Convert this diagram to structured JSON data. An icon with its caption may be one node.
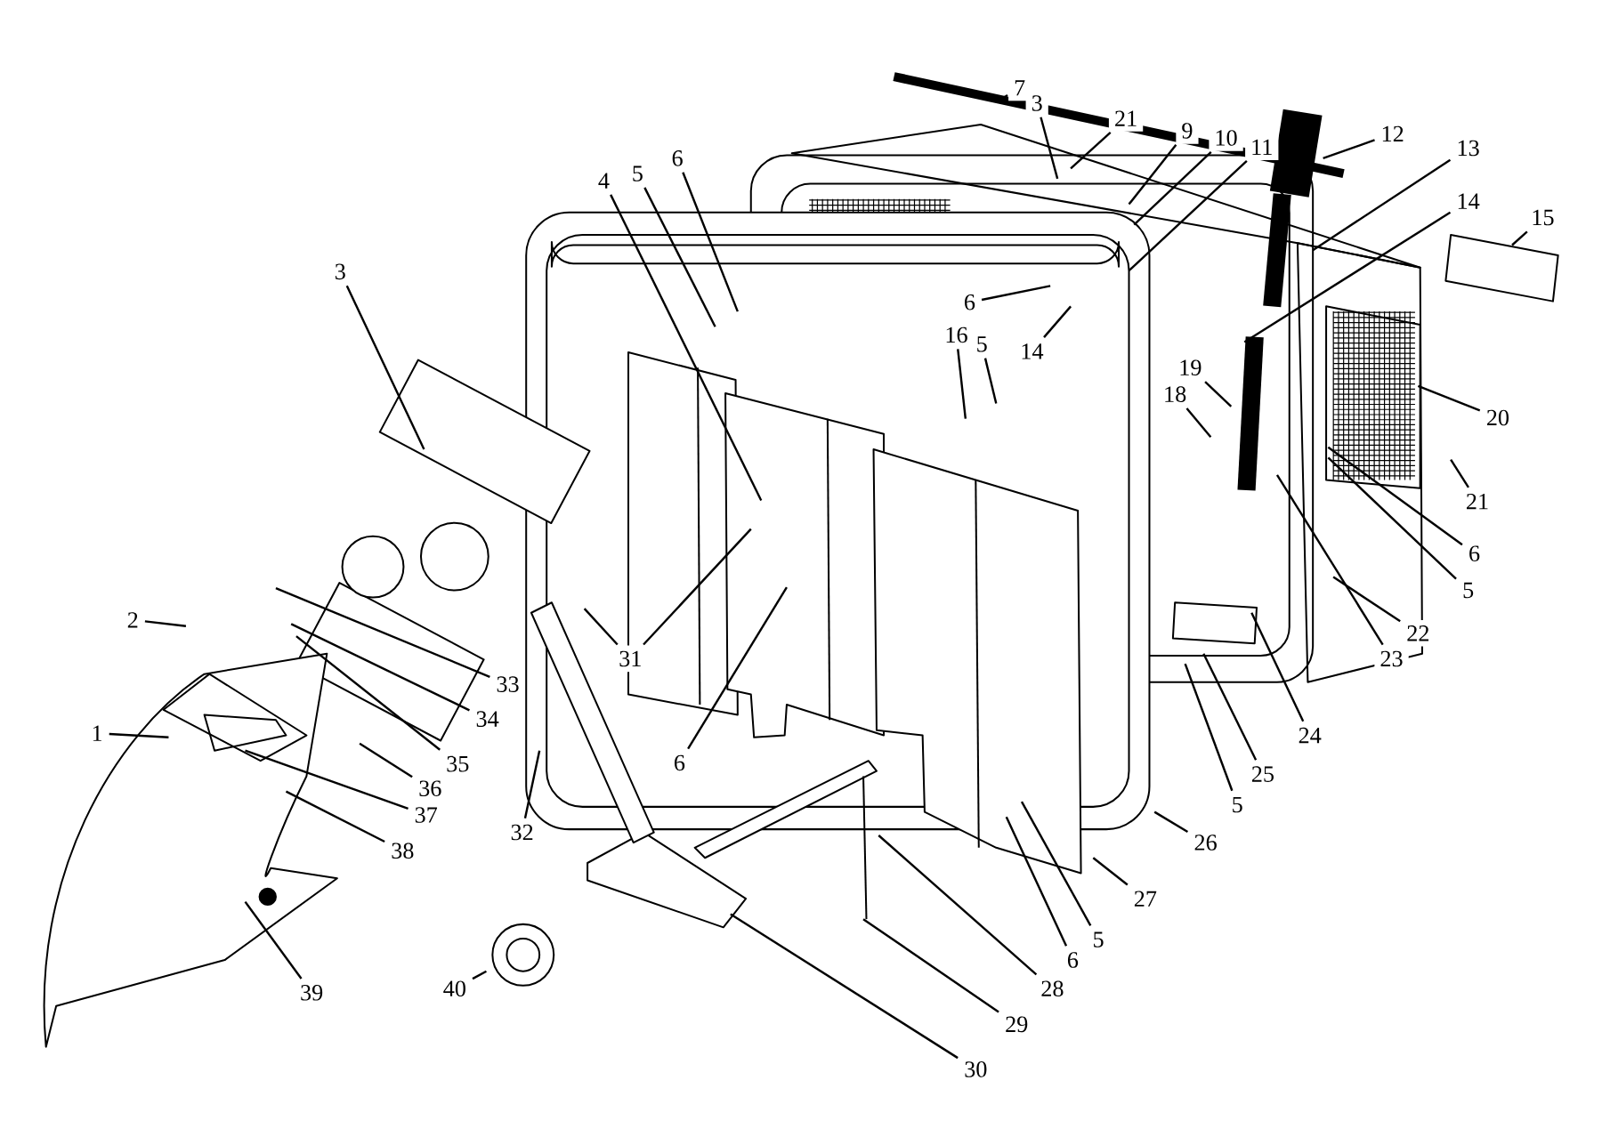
{
  "diagram": {
    "nodes": [
      {
        "text": [
          "7"
        ]
      },
      {
        "text": [
          "3"
        ]
      },
      {
        "text": [
          "21"
        ]
      },
      {
        "text": [
          "12"
        ]
      },
      {
        "text": [
          "9"
        ]
      },
      {
        "text": [
          "10"
        ]
      },
      {
        "text": [
          "11"
        ]
      },
      {
        "text": [
          "13"
        ]
      },
      {
        "text": [
          "6"
        ]
      },
      {
        "text": [
          "5"
        ]
      },
      {
        "text": [
          "4"
        ]
      },
      {
        "text": [
          "14"
        ]
      },
      {
        "text": [
          "15"
        ]
      },
      {
        "text": [
          "3"
        ]
      },
      {
        "text": [
          "6"
        ]
      },
      {
        "text": [
          "16"
        ]
      },
      {
        "text": [
          "5"
        ]
      },
      {
        "text": [
          "14"
        ]
      },
      {
        "text": [
          "19"
        ]
      },
      {
        "text": [
          "18"
        ]
      },
      {
        "text": [
          "20"
        ]
      },
      {
        "text": [
          "21"
        ]
      },
      {
        "text": [
          "6"
        ]
      },
      {
        "text": [
          "5"
        ]
      },
      {
        "text": [
          "22"
        ]
      },
      {
        "text": [
          "23"
        ]
      },
      {
        "text": [
          "2"
        ]
      },
      {
        "text": [
          "31"
        ]
      },
      {
        "text": [
          "33"
        ]
      },
      {
        "text": [
          "34"
        ]
      },
      {
        "text": [
          "1"
        ]
      },
      {
        "text": [
          "24"
        ]
      },
      {
        "text": [
          "6"
        ]
      },
      {
        "text": [
          "35"
        ]
      },
      {
        "text": [
          "36"
        ]
      },
      {
        "text": [
          "25"
        ]
      },
      {
        "text": [
          "5"
        ]
      },
      {
        "text": [
          "37"
        ]
      },
      {
        "text": [
          "32"
        ]
      },
      {
        "text": [
          "26"
        ]
      },
      {
        "text": [
          "38"
        ]
      },
      {
        "text": [
          "27"
        ]
      },
      {
        "text": [
          "5"
        ]
      },
      {
        "text": [
          "6"
        ]
      },
      {
        "text": [
          "40"
        ]
      },
      {
        "text": [
          "28"
        ]
      },
      {
        "text": [
          "39"
        ]
      },
      {
        "text": [
          "29"
        ]
      },
      {
        "text": [
          "30"
        ]
      }
    ],
    "edges": [
      {
        "from": 0,
        "to": null,
        "arrow": "none"
      },
      {
        "from": 1,
        "to": null,
        "arrow": "none"
      },
      {
        "from": 2,
        "to": null,
        "arrow": "none"
      },
      {
        "from": 3,
        "to": null,
        "arrow": "none"
      },
      {
        "from": 4,
        "to": null,
        "arrow": "none"
      },
      {
        "from": 5,
        "to": null,
        "arrow": "none"
      },
      {
        "from": 6,
        "to": null,
        "arrow": "none"
      },
      {
        "from": 7,
        "to": null,
        "arrow": "none"
      },
      {
        "from": 8,
        "to": null,
        "arrow": "none"
      },
      {
        "from": 9,
        "to": null,
        "arrow": "none"
      },
      {
        "from": 10,
        "to": null,
        "arrow": "none"
      },
      {
        "from": 11,
        "to": null,
        "arrow": "none"
      },
      {
        "from": 12,
        "to": null,
        "arrow": "none"
      },
      {
        "from": 13,
        "to": null,
        "arrow": "none"
      },
      {
        "from": 14,
        "to": null,
        "arrow": "none"
      },
      {
        "from": 15,
        "to": null,
        "arrow": "none"
      },
      {
        "from": 16,
        "to": null,
        "arrow": "none"
      },
      {
        "from": 17,
        "to": null,
        "arrow": "none"
      },
      {
        "from": 18,
        "to": null,
        "arrow": "none"
      },
      {
        "from": 19,
        "to": null,
        "arrow": "none"
      },
      {
        "from": 20,
        "to": null,
        "arrow": "none"
      },
      {
        "from": 21,
        "to": null,
        "arrow": "none"
      },
      {
        "from": 22,
        "to": null,
        "arrow": "none"
      },
      {
        "from": 23,
        "to": null,
        "arrow": "none"
      },
      {
        "from": 24,
        "to": null,
        "arrow": "none"
      },
      {
        "from": 25,
        "to": null,
        "arrow": "none"
      },
      {
        "from": 26,
        "to": null,
        "arrow": "none"
      },
      {
        "from": 27,
        "to": null,
        "arrow": "none"
      },
      {
        "from": 27,
        "to": null,
        "arrow": "none"
      },
      {
        "from": 28,
        "to": null,
        "arrow": "none"
      },
      {
        "from": 29,
        "to": null,
        "arrow": "none"
      },
      {
        "from": 30,
        "to": null,
        "arrow": "none"
      },
      {
        "from": 31,
        "to": null,
        "arrow": "none"
      },
      {
        "from": 32,
        "to": null,
        "arrow": "none"
      },
      {
        "from": 33,
        "to": null,
        "arrow": "none"
      },
      {
        "from": 34,
        "to": null,
        "arrow": "none"
      },
      {
        "from": 35,
        "to": null,
        "arrow": "none"
      },
      {
        "from": 36,
        "to": null,
        "arrow": "none"
      },
      {
        "from": 37,
        "to": null,
        "arrow": "none"
      },
      {
        "from": 38,
        "to": null,
        "arrow": "none"
      },
      {
        "from": 39,
        "to": null,
        "arrow": "none"
      },
      {
        "from": 40,
        "to": null,
        "arrow": "none"
      },
      {
        "from": 41,
        "to": null,
        "arrow": "none"
      },
      {
        "from": 42,
        "to": null,
        "arrow": "none"
      },
      {
        "from": 43,
        "to": null,
        "arrow": "none"
      },
      {
        "from": 44,
        "to": null,
        "arrow": "none"
      },
      {
        "from": 45,
        "to": null,
        "arrow": "none"
      },
      {
        "from": 46,
        "to": null,
        "arrow": "none"
      },
      {
        "from": 47,
        "to": null,
        "arrow": "none"
      },
      {
        "from": 48,
        "to": null,
        "arrow": "none"
      }
    ]
  }
}
